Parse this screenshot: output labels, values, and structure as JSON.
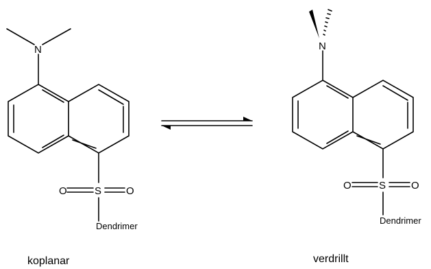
{
  "left": {
    "atom_n": "N",
    "atom_s": "S",
    "atom_o1": "O",
    "atom_o2": "O",
    "group": "Dendrimer",
    "caption": "koplanar"
  },
  "right": {
    "atom_n": "N",
    "atom_s": "S",
    "atom_o1": "O",
    "atom_o2": "O",
    "group": "Dendrimer",
    "caption": "verdrillt"
  }
}
